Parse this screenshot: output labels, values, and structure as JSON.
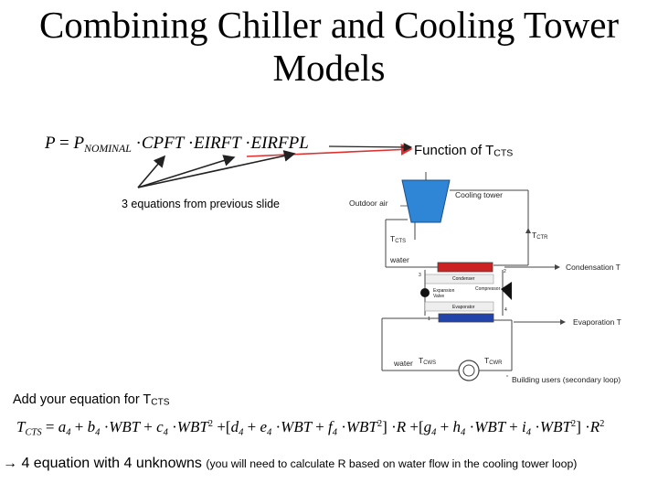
{
  "title": "Combining Chiller and Cooling Tower Models",
  "power_equation": {
    "lhs": "P",
    "equals": "=",
    "p_nominal": "P",
    "p_nominal_sub": "NOMINAL",
    "dot": "·",
    "cpft": "CPFT",
    "eirft": "EIRFT",
    "eirfpl": "EIRFPL"
  },
  "function_label": {
    "text": "Function of T",
    "sub": "CTS"
  },
  "three_equations_label": "3 equations from previous slide",
  "diagram": {
    "outdoor_air": "Outdoor air",
    "cooling_tower": "Cooling tower",
    "tcts": "T",
    "tcts_sub": "CTS",
    "tctr": "T",
    "tctr_sub": "CTR",
    "water_top": "water",
    "condenser": "Condenser",
    "compressor": "Compressor",
    "expansion": "Expansion",
    "valve": "Valve",
    "evaporator": "Evaporator",
    "num_1": "1",
    "num_2": "2",
    "num_3": "3",
    "num_4": "4",
    "condensation_t": "Condensation T",
    "evaporation_t": "Evaporation T",
    "water_bottom": "water",
    "tcws": "T",
    "tcws_sub": "CWS",
    "tcwr": "T",
    "tcwr_sub": "CWR",
    "building_users": "Building users (secondary loop)"
  },
  "add_equation": {
    "text": "Add your equation for T",
    "sub": "CTS"
  },
  "tower_equation": {
    "lhs": "T",
    "lhs_sub": "CTS",
    "equals": "=",
    "a": "a",
    "b": "b",
    "c": "c",
    "d": "d",
    "e": "e",
    "f": "f",
    "g": "g",
    "h": "h",
    "i": "i",
    "idx": "4",
    "wbt": "WBT",
    "r": "R",
    "sq": "2",
    "plus": "+",
    "dot": "·",
    "lbr": "[",
    "rbr": "]"
  },
  "bottom_line": {
    "main": "→ 4 equation with 4 unknowns",
    "small": "(you will need to calculate R based on water flow in the cooling tower loop)"
  },
  "colors": {
    "arrow_red": "#e03030",
    "tower_blue": "#2f86d6",
    "condenser_red": "#cc2222",
    "evaporator_blue": "#2244aa",
    "line_gray": "#444444"
  }
}
